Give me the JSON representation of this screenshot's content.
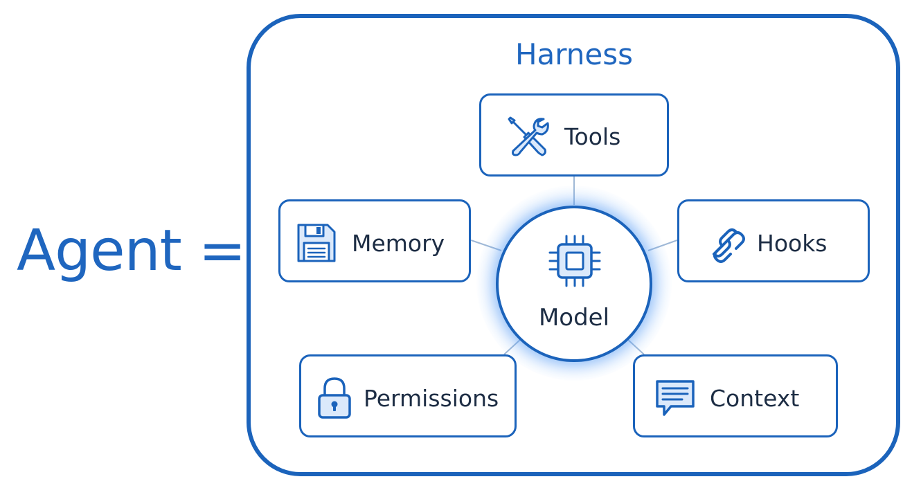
{
  "equation": {
    "lhs": "Agent ="
  },
  "harness": {
    "title": "Harness"
  },
  "model": {
    "label": "Model",
    "icon": "cpu-chip-icon"
  },
  "components": {
    "tools": {
      "label": "Tools",
      "icon": "wrench-screwdriver-icon"
    },
    "memory": {
      "label": "Memory",
      "icon": "floppy-disk-icon"
    },
    "hooks": {
      "label": "Hooks",
      "icon": "chain-link-icon"
    },
    "permissions": {
      "label": "Permissions",
      "icon": "padlock-icon"
    },
    "context": {
      "label": "Context",
      "icon": "chat-bubble-icon"
    }
  },
  "colors": {
    "primary": "#1b63bb",
    "icon_fill": "#dbe9fb",
    "text": "#1d2d44",
    "glow": "#5b9cf0"
  }
}
